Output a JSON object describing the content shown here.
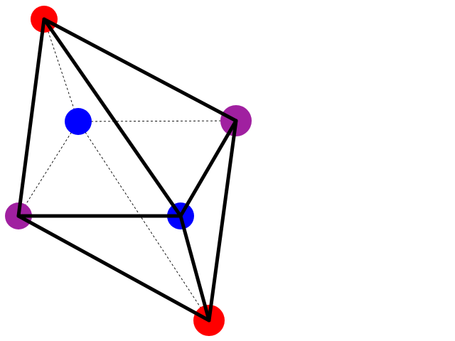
{
  "diagram": {
    "type": "polyhedron-wireframe",
    "colors": {
      "red": "#ff0000",
      "blue": "#0000ff",
      "purple": "#a020a0",
      "edge": "#000000",
      "background": "#ffffff"
    },
    "vertices": [
      {
        "id": "v-top",
        "color": "red",
        "size": "medium"
      },
      {
        "id": "v-back-left",
        "color": "blue",
        "size": "medium"
      },
      {
        "id": "v-right",
        "color": "purple",
        "size": "large"
      },
      {
        "id": "v-left",
        "color": "purple",
        "size": "medium"
      },
      {
        "id": "v-center",
        "color": "blue",
        "size": "medium"
      },
      {
        "id": "v-bottom",
        "color": "red",
        "size": "large"
      }
    ],
    "edges": [
      {
        "from": "v-top",
        "to": "v-right",
        "style": "solid"
      },
      {
        "from": "v-top",
        "to": "v-left",
        "style": "solid"
      },
      {
        "from": "v-top",
        "to": "v-center",
        "style": "solid"
      },
      {
        "from": "v-left",
        "to": "v-center",
        "style": "solid"
      },
      {
        "from": "v-left",
        "to": "v-bottom",
        "style": "solid"
      },
      {
        "from": "v-center",
        "to": "v-right",
        "style": "solid"
      },
      {
        "from": "v-center",
        "to": "v-bottom",
        "style": "solid"
      },
      {
        "from": "v-right",
        "to": "v-bottom",
        "style": "solid"
      },
      {
        "from": "v-top",
        "to": "v-back-left",
        "style": "dashed"
      },
      {
        "from": "v-back-left",
        "to": "v-right",
        "style": "dashed"
      },
      {
        "from": "v-back-left",
        "to": "v-left",
        "style": "dashed"
      },
      {
        "from": "v-back-left",
        "to": "v-bottom",
        "style": "dashed"
      }
    ]
  }
}
